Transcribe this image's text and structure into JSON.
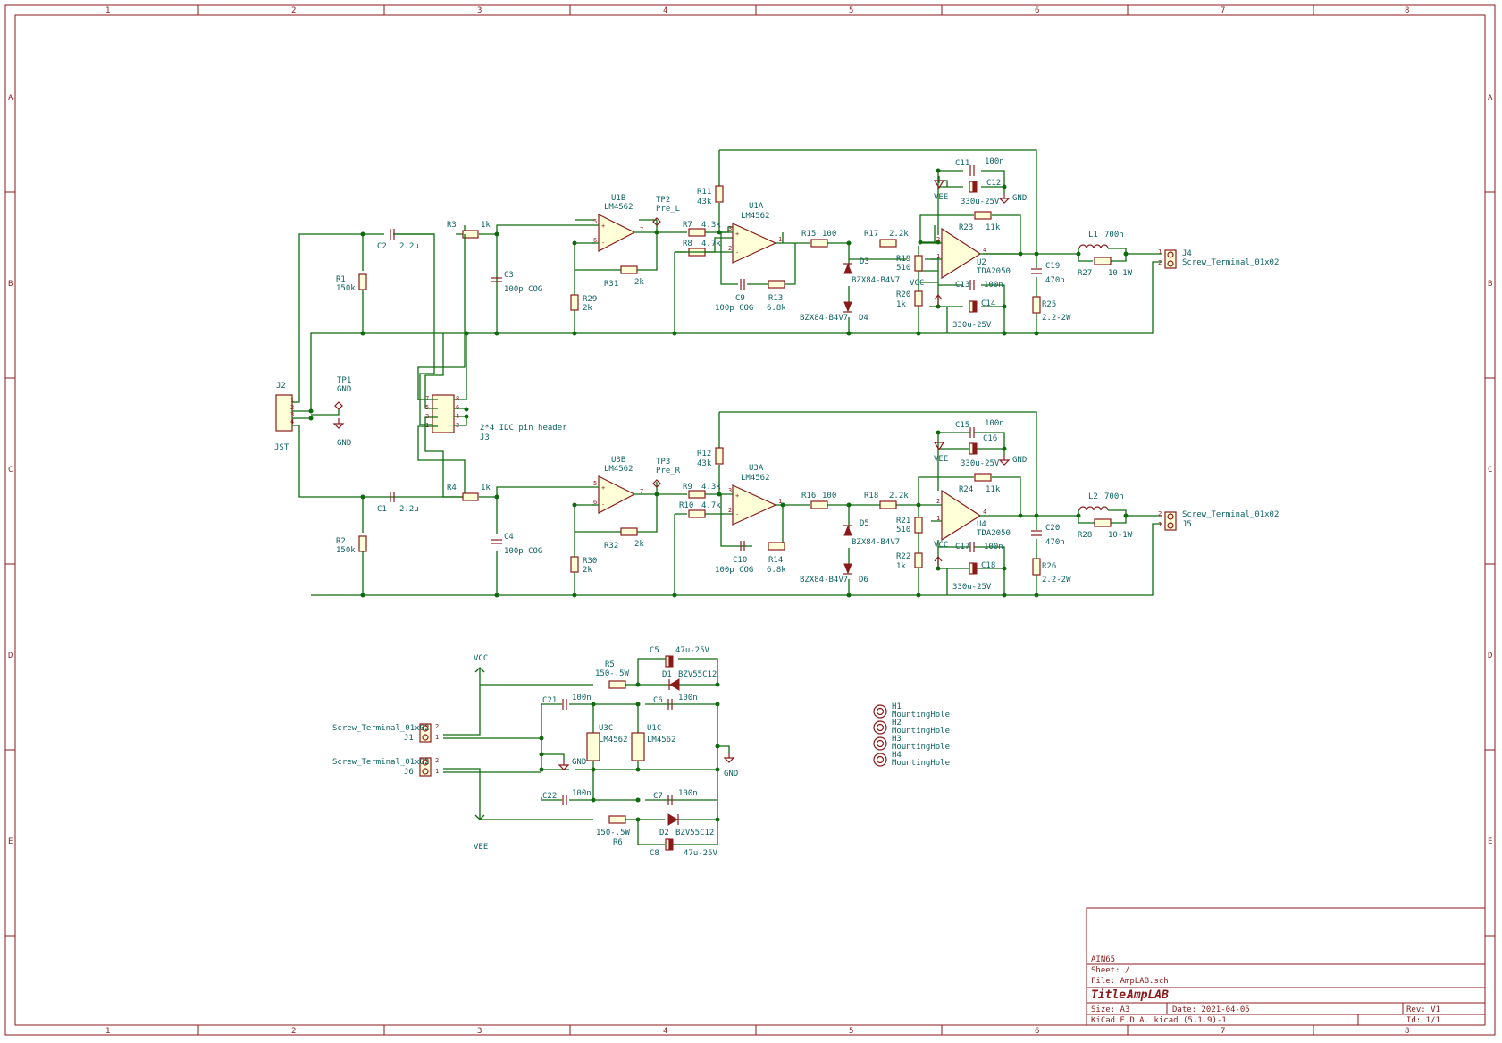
{
  "frame": {
    "columns": [
      "1",
      "2",
      "3",
      "4",
      "5",
      "6",
      "7",
      "8"
    ],
    "rows": [
      "A",
      "B",
      "C",
      "D",
      "E"
    ],
    "ink_color": "#8a1a1a",
    "wire_color": "#0d6b0d",
    "label_color": "#0d6262"
  },
  "channel_left": {
    "J2": "J2",
    "JST": "JST",
    "TP1": "TP1",
    "GND_tp": "GND",
    "GND_sym": "GND",
    "R1": "R1",
    "R1v": "150k",
    "C2": "C2",
    "C2v": "2.2u",
    "R3": "R3",
    "R3v": "1k",
    "C3": "C3",
    "C3v": "100p COG",
    "U1B": "U1B",
    "U1Bv": "LM4562",
    "TP2": "TP2",
    "TP2v": "Pre_L",
    "R29": "R29",
    "R29v": "2k",
    "R31": "R31",
    "R31v": "2k",
    "R7": "R7",
    "R7v": "4.3k",
    "R8": "R8",
    "R8v": "4.7k",
    "R11": "R11",
    "R11v": "43k",
    "U1A": "U1A",
    "U1Av": "LM4562",
    "C9": "C9",
    "C9v": "100p COG",
    "R13": "R13",
    "R13v": "6.8k",
    "R15": "R15",
    "R15v": "100",
    "D3": "D3",
    "D3v": "BZX84-B4V7",
    "D4": "D4",
    "D4v": "BZX84-B4V7",
    "R17": "R17",
    "R17v": "2.2k",
    "R19": "R19",
    "R19v": "510",
    "R20": "R20",
    "R20v": "1k",
    "U2": "U2",
    "U2v": "TDA2050",
    "R23": "R23",
    "R23v": "11k",
    "C11": "C11",
    "C11v": "100n",
    "C12": "C12",
    "C12v": "330u-25V",
    "C13": "C13",
    "C13v": "100n",
    "C14": "C14",
    "C14v": "330u-25V",
    "VEE": "VEE",
    "VCC": "VCC",
    "GNDc": "GND",
    "C19": "C19",
    "C19v": "470n",
    "R25": "R25",
    "R25v": "2.2-2W",
    "L1": "L1",
    "L1v": "700n",
    "R27": "R27",
    "R27v": "10-1W",
    "J4": "J4",
    "J4v": "Screw_Terminal_01x02"
  },
  "connector_J3": {
    "ref": "J3",
    "value": "2*4 IDC pin header"
  },
  "channel_right": {
    "R2": "R2",
    "R2v": "150k",
    "C1": "C1",
    "C1v": "2.2u",
    "R4": "R4",
    "R4v": "1k",
    "C4": "C4",
    "C4v": "100p COG",
    "U3B": "U3B",
    "U3Bv": "LM4562",
    "TP3": "TP3",
    "TP3v": "Pre_R",
    "R30": "R30",
    "R30v": "2k",
    "R32": "R32",
    "R32v": "2k",
    "R9": "R9",
    "R9v": "4.3k",
    "R10": "R10",
    "R10v": "4.7k",
    "R12": "R12",
    "R12v": "43k",
    "U3A": "U3A",
    "U3Av": "LM4562",
    "C10": "C10",
    "C10v": "100p COG",
    "R14": "R14",
    "R14v": "6.8k",
    "R16": "R16",
    "R16v": "100",
    "D5": "D5",
    "D5v": "BZX84-B4V7",
    "D6": "D6",
    "D6v": "BZX84-B4V7",
    "R18": "R18",
    "R18v": "2.2k",
    "R21": "R21",
    "R21v": "510",
    "R22": "R22",
    "R22v": "1k",
    "U4": "U4",
    "U4v": "TDA2050",
    "R24": "R24",
    "R24v": "11k",
    "C15": "C15",
    "C15v": "100n",
    "C16": "C16",
    "C16v": "330u-25V",
    "C17": "C17",
    "C17v": "100n",
    "C18": "C18",
    "C18v": "330u-25V",
    "VEE": "VEE",
    "VCC": "VCC",
    "GNDc": "GND",
    "C20": "C20",
    "C20v": "470n",
    "R26": "R26",
    "R26v": "2.2-2W",
    "L2": "L2",
    "L2v": "700n",
    "R28": "R28",
    "R28v": "10-1W",
    "J5": "J5",
    "J5v": "Screw_Terminal_01x02"
  },
  "power": {
    "VCC": "VCC",
    "VEE": "VEE",
    "GND1": "GND",
    "GND2": "GND",
    "J1": "J1",
    "J1v": "Screw_Terminal_01x02",
    "J6": "J6",
    "J6v": "Screw_Terminal_01x02",
    "C5": "C5",
    "C5v": "47u-25V",
    "R5": "R5",
    "R5v": "150-.5W",
    "D1": "D1",
    "D1v": "BZV55C12",
    "C21": "C21",
    "C21v": "100n",
    "C6": "C6",
    "C6v": "100n",
    "U3C": "U3C",
    "U3Cv": "LM4562",
    "U1C": "U1C",
    "U1Cv": "LM4562",
    "C22": "C22",
    "C22v": "100n",
    "C7": "C7",
    "C7v": "100n",
    "R6": "R6",
    "R6v": "150-.5W",
    "D2": "D2",
    "D2v": "BZV55C12",
    "C8": "C8",
    "C8v": "47u-25V"
  },
  "mounting_holes": [
    {
      "ref": "H1",
      "value": "MountingHole"
    },
    {
      "ref": "H2",
      "value": "MountingHole"
    },
    {
      "ref": "H3",
      "value": "MountingHole"
    },
    {
      "ref": "H4",
      "value": "MountingHole"
    }
  ],
  "title_block": {
    "company": "AIN65",
    "sheet": "Sheet: /",
    "file": "File: AmpLAB.sch",
    "title_prefix": "Title:",
    "title": "AmpLAB",
    "size": "Size: A3",
    "date": "Date: 2021-04-05",
    "rev": "Rev: V1",
    "tool": "KiCad E.D.A.  kicad (5.1.9)-1",
    "id": "Id: 1/1"
  }
}
